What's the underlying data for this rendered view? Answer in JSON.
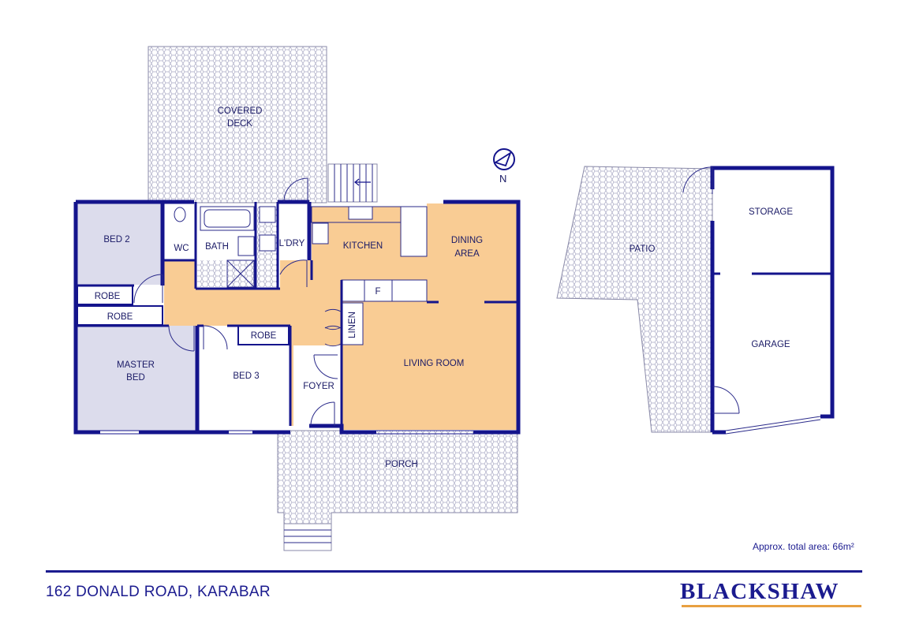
{
  "plan": {
    "rooms": {
      "covered_deck": [
        "COVERED",
        "DECK"
      ],
      "bed2": "BED 2",
      "wc": "WC",
      "bath": "BATH",
      "laundry": "L'DRY",
      "kitchen": "KITCHEN",
      "dining": [
        "DINING",
        "AREA"
      ],
      "robe_bed2": "ROBE",
      "robe_master": "ROBE",
      "robe_bed3": "ROBE",
      "fridge": "F",
      "linen": "LINEN",
      "master_bed": [
        "MASTER",
        "BED"
      ],
      "bed3": "BED 3",
      "foyer": "FOYER",
      "living_room": "LIVING ROOM",
      "porch": "PORCH",
      "patio": "PATIO",
      "storage": "STORAGE",
      "garage": "GARAGE"
    },
    "compass_label": "N"
  },
  "colors": {
    "wall": "#14148c",
    "living_fill": "#f9cc94",
    "bedroom_fill": "#dcdcec",
    "paving": "#b9b9c9",
    "brand_underline": "#e8a040"
  },
  "footer": {
    "address": "162 DONALD ROAD, KARABAR",
    "total_area": "Approx. total area: 66m²",
    "brand": "BLACKSHAW"
  }
}
